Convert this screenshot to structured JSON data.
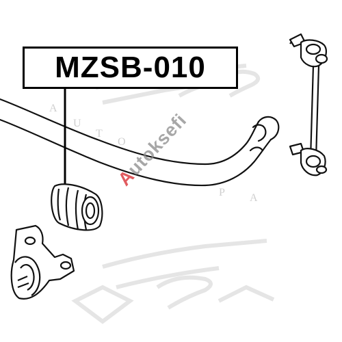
{
  "part_number": "MZSB-010",
  "watermark": {
    "lead": "A",
    "rest": "utoksefi",
    "accent_color": "#d8262c"
  },
  "background_lettering": [
    "A",
    "U",
    "T",
    "O",
    "P",
    "A"
  ],
  "components": [
    "stabilizer-bar",
    "stabilizer-bushing",
    "bushing-bracket",
    "stabilizer-link"
  ]
}
